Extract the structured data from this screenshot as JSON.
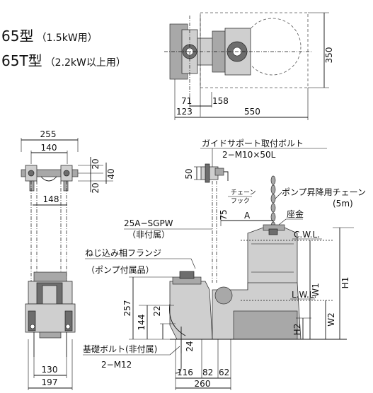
{
  "header": {
    "corner_mark": ""
  },
  "models": [
    {
      "name": "65型",
      "note": "（1.5kW用）"
    },
    {
      "name": "65T型",
      "note": "（2.2kW以上用）"
    }
  ],
  "plan_view": {
    "dims": {
      "d350": "350",
      "d71": "71",
      "d158": "158",
      "d123": "123",
      "d550": "550"
    }
  },
  "front_view": {
    "dims": {
      "d255": "255",
      "d140": "140",
      "d20a": "20",
      "d20b": "20",
      "d40": "40",
      "d148": "148",
      "d130": "130",
      "d197": "197"
    }
  },
  "side_view": {
    "labels": {
      "guide_support": "ガイドサポート取付ボルト",
      "guide_support_spec": "2−M10×50L",
      "chain_hook_1": "チェーン",
      "chain_hook_2": "フック",
      "lift_chain": "ポンプ昇降用チェーン",
      "lift_chain_len": "(5m)",
      "washer": "座金",
      "pipe": "25A−SGPW",
      "pipe_note": "（非付属）",
      "flange": "ねじ込み相フランジ",
      "flange_note": "（ポンプ付属品）",
      "cwl": "C.W.L.",
      "lwl": "L.W.L.",
      "anchor": "基礎ボルト(非付属)",
      "anchor_spec": "2−M12"
    },
    "dims": {
      "d50": "50",
      "d75": "75",
      "dA": "A",
      "d257": "257",
      "d144": "144",
      "d22": "22",
      "d24": "24",
      "dW1": "W1",
      "dW2": "W2",
      "dH1": "H1",
      "dH2": "H2",
      "d116": "116",
      "d82": "82",
      "d62": "62",
      "d260": "260"
    }
  }
}
